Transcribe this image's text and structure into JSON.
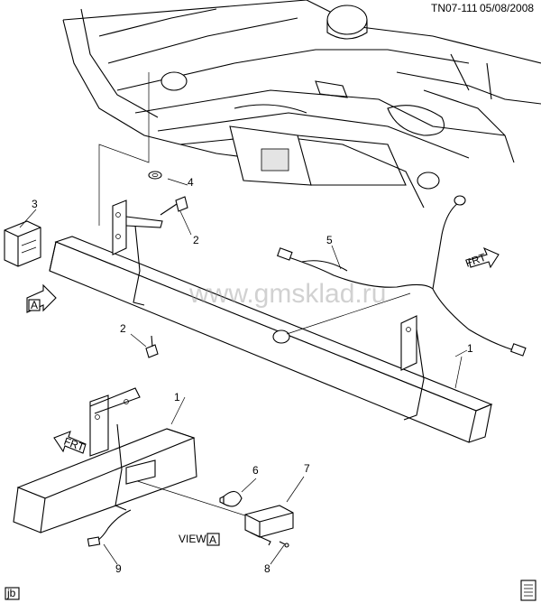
{
  "header": {
    "figure_id": "TN07-111",
    "date": "05/08/2008"
  },
  "watermark": "www.gmsklad.ru",
  "callouts": [
    {
      "id": "1",
      "text": "1"
    },
    {
      "id": "1b",
      "text": "1"
    },
    {
      "id": "2",
      "text": "2"
    },
    {
      "id": "2b",
      "text": "2"
    },
    {
      "id": "3",
      "text": "3"
    },
    {
      "id": "4",
      "text": "4"
    },
    {
      "id": "5",
      "text": "5"
    },
    {
      "id": "6",
      "text": "6"
    },
    {
      "id": "7",
      "text": "7"
    },
    {
      "id": "8",
      "text": "8"
    },
    {
      "id": "9",
      "text": "9"
    }
  ],
  "view_a": {
    "label": "VIEW",
    "letter": "A"
  },
  "view_marker": {
    "letter": "A"
  },
  "frt_markers": [
    "FRT",
    "FRT"
  ],
  "footer": {
    "tag": "jb"
  }
}
